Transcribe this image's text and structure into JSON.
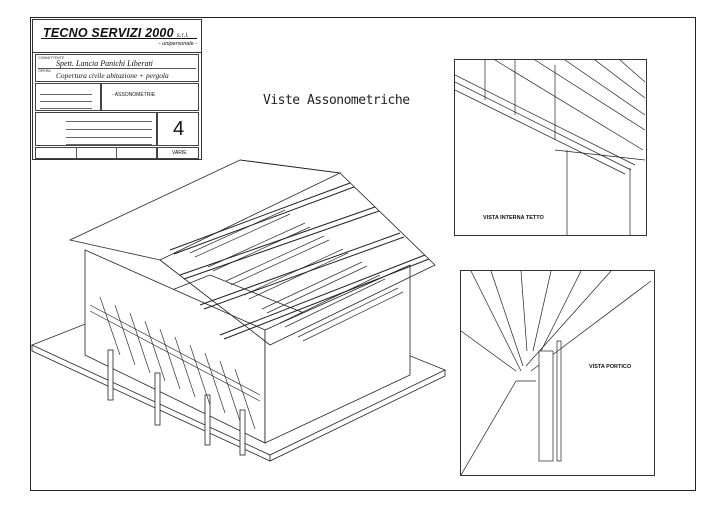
{
  "title_block": {
    "company": "TECNO SERVIZI 2000",
    "company_suffix": "s.r.l.",
    "company_sub": "- unipersonale -",
    "committente_label": "COMMITTENTE",
    "committente": "Spett. Lancia Panichi Liberati",
    "opera_label": "OPERA",
    "opera": "Copertura civile abitazione + pergola",
    "oggetto": "- ASSONOMETRIE",
    "tavola": "4",
    "sheet_code": "VARIE"
  },
  "drawing_title": "Viste Assonometriche",
  "insets": {
    "roof_caption": "VISTA INTERNA TETTO",
    "porch_caption": "VISTA PORTICO"
  }
}
